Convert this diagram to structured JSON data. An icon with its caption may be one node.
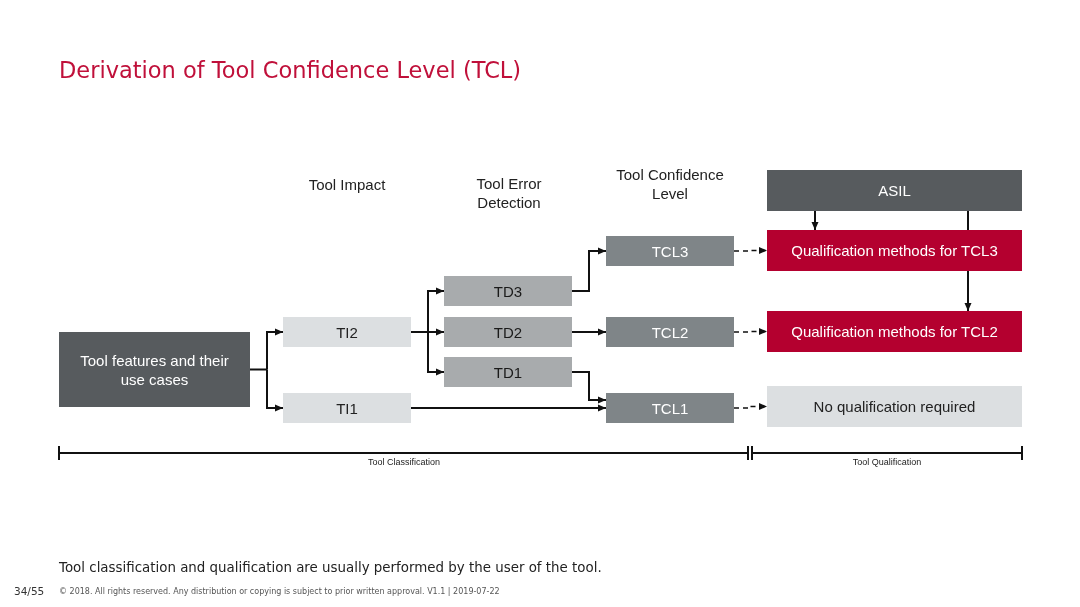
{
  "diagram": {
    "title": "Derivation of Tool Confidence Level (TCL)",
    "caption": "Tool classification and qualification are usually performed by the user of the tool.",
    "nodes": [
      {
        "text": [
          "Tool features and their use cases"
        ]
      },
      {
        "text": [
          "TI2"
        ]
      },
      {
        "text": [
          "TI1"
        ]
      },
      {
        "text": [
          "TD3"
        ]
      },
      {
        "text": [
          "TD2"
        ]
      },
      {
        "text": [
          "TD1"
        ]
      },
      {
        "text": [
          "TCL3"
        ]
      },
      {
        "text": [
          "TCL2"
        ]
      },
      {
        "text": [
          "TCL1"
        ]
      },
      {
        "text": [
          "ASIL"
        ]
      },
      {
        "text": [
          "Qualification methods for TCL3"
        ]
      },
      {
        "text": [
          "Qualification methods for TCL2"
        ]
      },
      {
        "text": [
          "No qualification required"
        ]
      }
    ],
    "edges": [
      {
        "from": 0,
        "to": 1,
        "arrow": "to"
      },
      {
        "from": 0,
        "to": 2,
        "arrow": "to"
      },
      {
        "from": 1,
        "to": 3,
        "arrow": "to"
      },
      {
        "from": 1,
        "to": 4,
        "arrow": "to"
      },
      {
        "from": 1,
        "to": 5,
        "arrow": "to"
      },
      {
        "from": 3,
        "to": 6,
        "arrow": "to"
      },
      {
        "from": 4,
        "to": 7,
        "arrow": "to"
      },
      {
        "from": 5,
        "to": 8,
        "arrow": "to"
      },
      {
        "from": 2,
        "to": 8,
        "arrow": "to"
      },
      {
        "from": 6,
        "to": 10,
        "arrow": "to",
        "style": "dashed"
      },
      {
        "from": 7,
        "to": 11,
        "arrow": "to",
        "style": "dashed"
      },
      {
        "from": 8,
        "to": 12,
        "arrow": "to",
        "style": "dashed"
      },
      {
        "from": 9,
        "to": 10,
        "arrow": "to"
      },
      {
        "from": 9,
        "to": 10,
        "arrow": "none"
      },
      {
        "from": 10,
        "to": 11,
        "arrow": "to"
      }
    ],
    "labels": [
      "Tool Impact",
      "Tool Error Detection",
      "Tool Confidence Level",
      "Tool Classification",
      "Tool Qualification",
      "34/55",
      "© 2018. All rights reserved. Any distribution or copying is subject to prior written approval. V1.1 | 2019-07-22"
    ]
  }
}
